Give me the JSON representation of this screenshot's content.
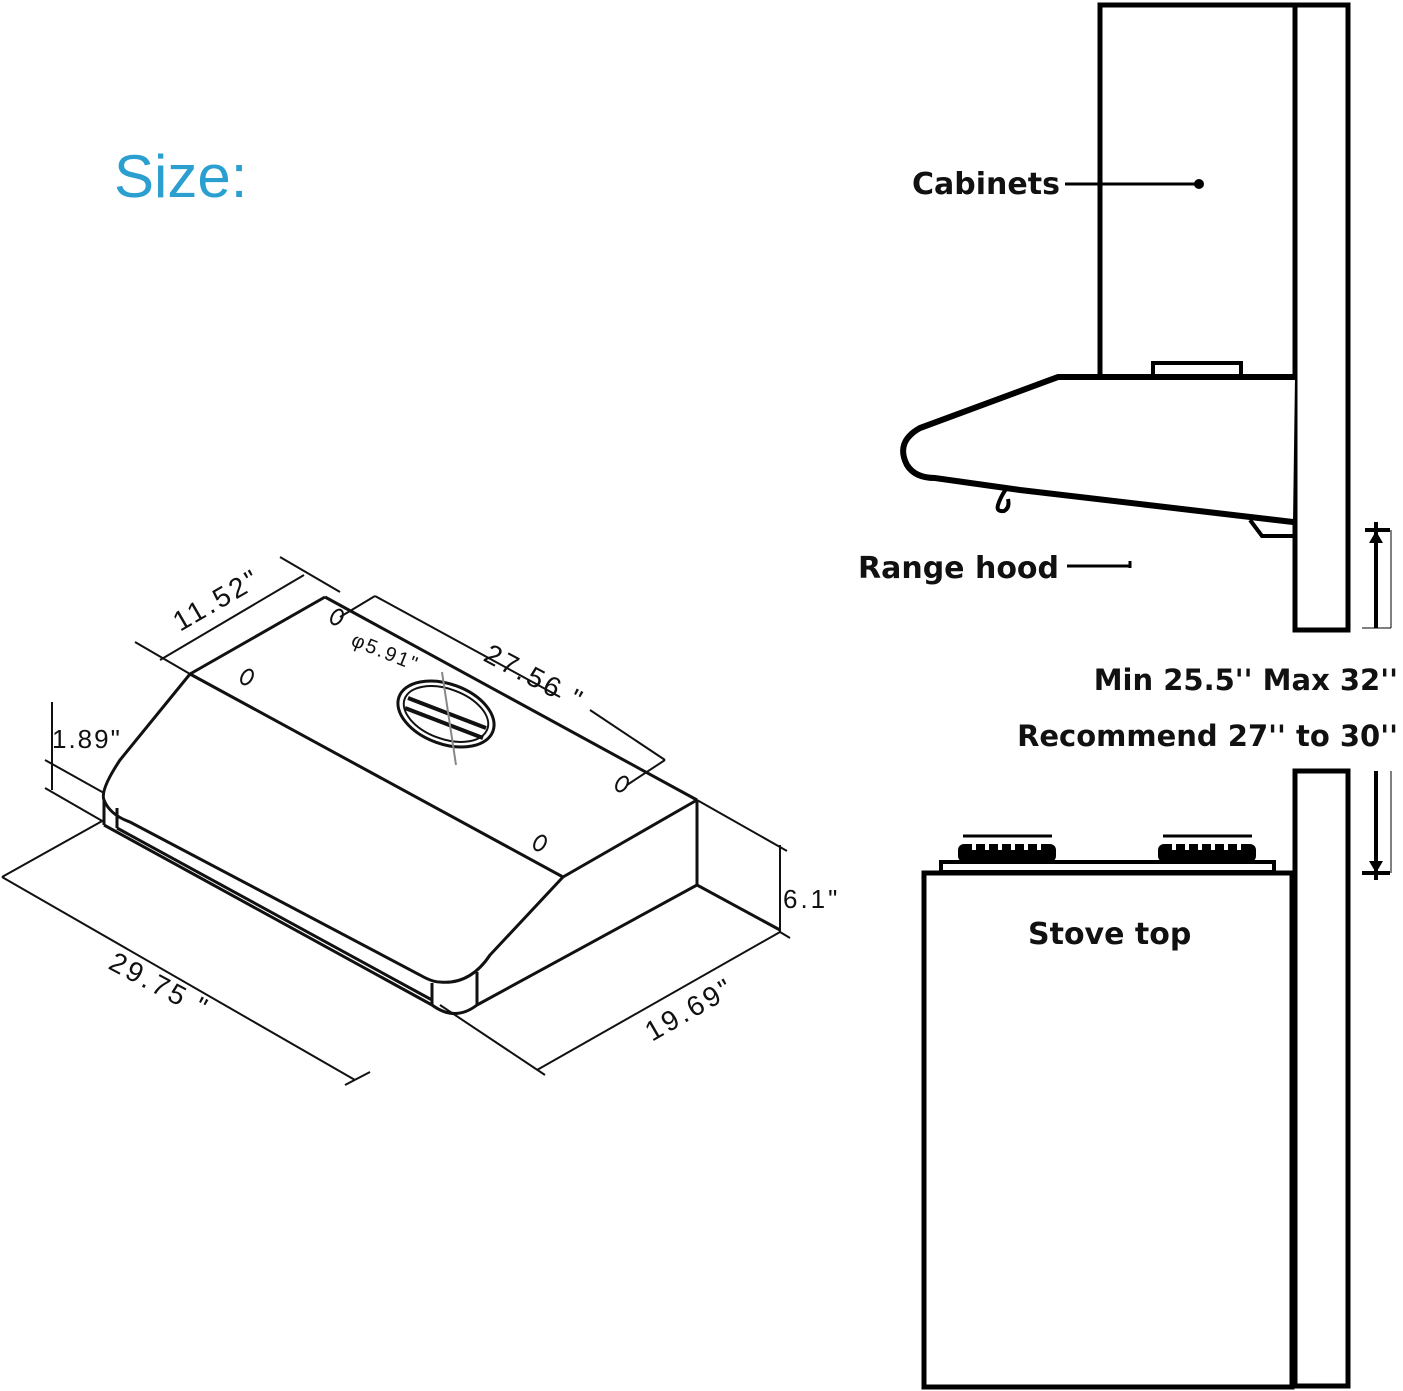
{
  "title": "Size:",
  "title_color": "#2b9fcf",
  "product_dimensions": {
    "top_depth": "11.52\"",
    "vent_diameter": "φ5.91\"",
    "top_width": "27.56 \"",
    "front_lip_height": "1.89\"",
    "overall_height": "6.1\"",
    "overall_width": "29.75 \"",
    "overall_depth": "19.69\""
  },
  "installation": {
    "cabinets_label": "Cabinets",
    "range_hood_label": "Range hood",
    "height_range": "Min 25.5'' Max 32''",
    "recommended": "Recommend 27'' to 30''",
    "stove_label": "Stove top"
  }
}
